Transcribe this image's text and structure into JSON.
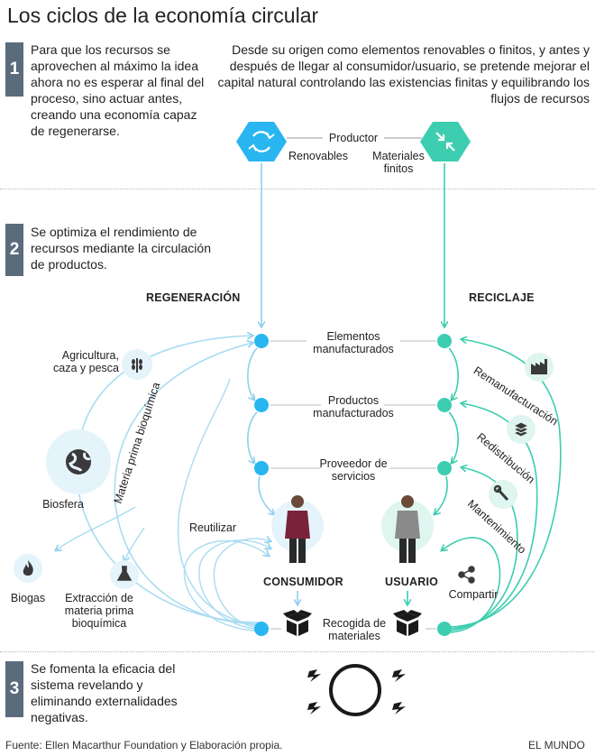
{
  "title": "Los ciclos de la economía circular",
  "steps": [
    {
      "num": "1",
      "text": "Para que los recursos se aprovechen al máximo la idea ahora no es esperar al final del proceso, sino actuar antes, creando una economía capaz de regenerarse."
    },
    {
      "num": "2",
      "text": "Se optimiza el rendimiento de recursos mediante la circulación de productos."
    },
    {
      "num": "3",
      "text": "Se fomenta la eficacia del sistema revelando y eliminando externalidades negativas."
    }
  ],
  "intro_right": "Desde su origen como elementos renovables o finitos, y antes y después de llegar al consumidor/usuario, se pretende mejorar el capital natural controlando las existencias finitas y equilibrando los flujos de recursos",
  "top": {
    "producer": "Productor",
    "renewable": "Renovables",
    "finite": "Materiales finitos"
  },
  "columns": {
    "left": "REGENERACIÓN",
    "right": "RECICLAJE"
  },
  "center": {
    "stage1": "Elementos manufacturados",
    "stage2": "Productos manufacturados",
    "stage3": "Proveedor de servicios",
    "consumer": "CONSUMIDOR",
    "user": "USUARIO",
    "collection": "Recogida de materiales"
  },
  "left_side": {
    "agri": "Agricultura, caza y pesca",
    "biochem": "Materia prima bioquímica",
    "biosphere": "Biosfera",
    "reuse": "Reutilizar",
    "biogas": "Biogas",
    "extraction": "Extracción de materia prima bioquímica"
  },
  "right_side": {
    "reman": "Remanufacturación",
    "redist": "Redistribución",
    "maint": "Mantenimiento",
    "share": "Compartir"
  },
  "footer": {
    "source": "Fuente: Ellen Macarthur Foundation y Elaboración propia.",
    "brand": "EL MUNDO"
  },
  "colors": {
    "blue": "#29b6f0",
    "lightblue": "#a9dcf2",
    "teal": "#3dcdb0",
    "lightteal": "#9fe3d3",
    "step": "#5a6b7c"
  }
}
